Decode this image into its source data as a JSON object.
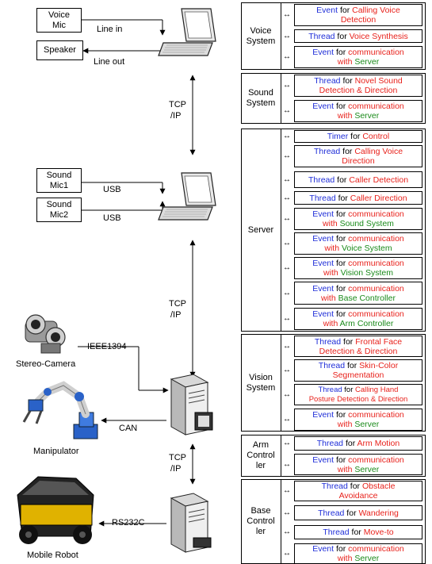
{
  "colors": {
    "kind": "#1f2ed8",
    "subject": "#e8221c",
    "peer": "#1a8a1a"
  },
  "devices": {
    "voice_mic": [
      "Voice",
      "Mic"
    ],
    "speaker": "Speaker",
    "sound_mic1": [
      "Sound",
      "Mic1"
    ],
    "sound_mic2": [
      "Sound",
      "Mic2"
    ],
    "stereo_camera": "Stereo-Camera",
    "manipulator": "Manipulator",
    "mobile_robot": "Mobile Robot"
  },
  "links": {
    "line_in": "Line in",
    "line_out": "Line out",
    "usb1": "USB",
    "usb2": "USB",
    "tcp1": [
      "TCP",
      "/IP"
    ],
    "tcp2": [
      "TCP",
      "/IP"
    ],
    "tcp3": [
      "TCP",
      "/IP"
    ],
    "ieee": "IEEE1394",
    "can": "CAN",
    "rs232": "RS232C"
  },
  "arrow_glyph": "↔",
  "groups": [
    {
      "label": [
        "Voice",
        "System"
      ],
      "items": [
        [
          [
            "Event",
            "kind"
          ],
          [
            " for ",
            "plain"
          ],
          [
            "Calling Voice",
            "subject"
          ],
          [
            "|",
            "br"
          ],
          [
            "Detection",
            "subject"
          ]
        ],
        [
          [
            "Thread",
            "kind"
          ],
          [
            " for ",
            "plain"
          ],
          [
            "Voice Synthesis",
            "subject"
          ]
        ],
        [
          [
            "Event",
            "kind"
          ],
          [
            " for ",
            "plain"
          ],
          [
            "communication",
            "subject"
          ],
          [
            "|",
            "br"
          ],
          [
            "with ",
            "subject"
          ],
          [
            "Server",
            "peer"
          ]
        ]
      ]
    },
    {
      "label": [
        "Sound",
        "System"
      ],
      "items": [
        [
          [
            "Thread",
            "kind"
          ],
          [
            " for ",
            "plain"
          ],
          [
            "Novel Sound",
            "subject"
          ],
          [
            "|",
            "br"
          ],
          [
            "Detection & Direction",
            "subject"
          ]
        ],
        [
          [
            "Event",
            "kind"
          ],
          [
            " for ",
            "plain"
          ],
          [
            "communication",
            "subject"
          ],
          [
            "|",
            "br"
          ],
          [
            "with ",
            "subject"
          ],
          [
            "Server",
            "peer"
          ]
        ]
      ]
    },
    {
      "label": [
        "Server"
      ],
      "items": [
        [
          [
            "Timer",
            "kind"
          ],
          [
            " for ",
            "plain"
          ],
          [
            "Control",
            "subject"
          ]
        ],
        [
          [
            "Thread",
            "kind"
          ],
          [
            " for ",
            "plain"
          ],
          [
            "Calling Voice",
            "subject"
          ],
          [
            "|",
            "br"
          ],
          [
            "Direction",
            "subject"
          ]
        ],
        [
          [
            "Thread",
            "kind"
          ],
          [
            " for ",
            "plain"
          ],
          [
            "Caller Detection",
            "subject"
          ]
        ],
        [
          [
            "Thread",
            "kind"
          ],
          [
            " for ",
            "plain"
          ],
          [
            "Caller Direction",
            "subject"
          ]
        ],
        [
          [
            "Event",
            "kind"
          ],
          [
            " for ",
            "plain"
          ],
          [
            "communication",
            "subject"
          ],
          [
            "|",
            "br"
          ],
          [
            "with ",
            "subject"
          ],
          [
            "Sound System",
            "peer"
          ]
        ],
        [
          [
            "Event",
            "kind"
          ],
          [
            " for ",
            "plain"
          ],
          [
            "communication",
            "subject"
          ],
          [
            "|",
            "br"
          ],
          [
            "with ",
            "subject"
          ],
          [
            "Voice System",
            "peer"
          ]
        ],
        [
          [
            "Event",
            "kind"
          ],
          [
            " for ",
            "plain"
          ],
          [
            "communication",
            "subject"
          ],
          [
            "|",
            "br"
          ],
          [
            "with ",
            "subject"
          ],
          [
            "Vision System",
            "peer"
          ]
        ],
        [
          [
            "Event",
            "kind"
          ],
          [
            " for ",
            "plain"
          ],
          [
            "communication",
            "subject"
          ],
          [
            "|",
            "br"
          ],
          [
            "with ",
            "subject"
          ],
          [
            "Base Controller",
            "peer"
          ]
        ],
        [
          [
            "Event",
            "kind"
          ],
          [
            " for ",
            "plain"
          ],
          [
            "communication",
            "subject"
          ],
          [
            "|",
            "br"
          ],
          [
            "with ",
            "subject"
          ],
          [
            "Arm Controller",
            "peer"
          ]
        ]
      ]
    },
    {
      "label": [
        "Vision",
        "System"
      ],
      "items": [
        [
          [
            "Thread",
            "kind"
          ],
          [
            " for ",
            "plain"
          ],
          [
            "Frontal Face",
            "subject"
          ],
          [
            "|",
            "br"
          ],
          [
            "Detection & Direction",
            "subject"
          ]
        ],
        [
          [
            "Thread",
            "kind"
          ],
          [
            " for ",
            "plain"
          ],
          [
            "Skin-Color",
            "subject"
          ],
          [
            "|",
            "br"
          ],
          [
            "Segmentation",
            "subject"
          ]
        ],
        [
          [
            "Thread",
            "kind"
          ],
          [
            " for ",
            "plain"
          ],
          [
            "Calling Hand",
            "subject"
          ],
          [
            "|",
            "br"
          ],
          [
            "Posture Detection & Direction",
            "subject"
          ]
        ],
        [
          [
            "Event",
            "kind"
          ],
          [
            " for ",
            "plain"
          ],
          [
            "communication",
            "subject"
          ],
          [
            "|",
            "br"
          ],
          [
            "with ",
            "subject"
          ],
          [
            "Server",
            "peer"
          ]
        ]
      ]
    },
    {
      "label": [
        "Arm",
        "Control",
        "ler"
      ],
      "items": [
        [
          [
            "Thread",
            "kind"
          ],
          [
            " for ",
            "plain"
          ],
          [
            "Arm Motion",
            "subject"
          ]
        ],
        [
          [
            "Event",
            "kind"
          ],
          [
            " for ",
            "plain"
          ],
          [
            "communication",
            "subject"
          ],
          [
            "|",
            "br"
          ],
          [
            "with ",
            "subject"
          ],
          [
            "Server",
            "peer"
          ]
        ]
      ]
    },
    {
      "label": [
        "Base",
        "Control",
        "ler"
      ],
      "items": [
        [
          [
            "Thread",
            "kind"
          ],
          [
            " for ",
            "plain"
          ],
          [
            "Obstacle",
            "subject"
          ],
          [
            "|",
            "br"
          ],
          [
            "Avoidance",
            "subject"
          ]
        ],
        [
          [
            "Thread",
            "kind"
          ],
          [
            " for ",
            "plain"
          ],
          [
            "Wandering",
            "subject"
          ]
        ],
        [
          [
            "Thread",
            "kind"
          ],
          [
            " for ",
            "plain"
          ],
          [
            "Move-to",
            "subject"
          ]
        ],
        [
          [
            "Event",
            "kind"
          ],
          [
            " for ",
            "plain"
          ],
          [
            "communication",
            "subject"
          ],
          [
            "|",
            "br"
          ],
          [
            "with ",
            "subject"
          ],
          [
            "Server",
            "peer"
          ]
        ]
      ]
    }
  ]
}
